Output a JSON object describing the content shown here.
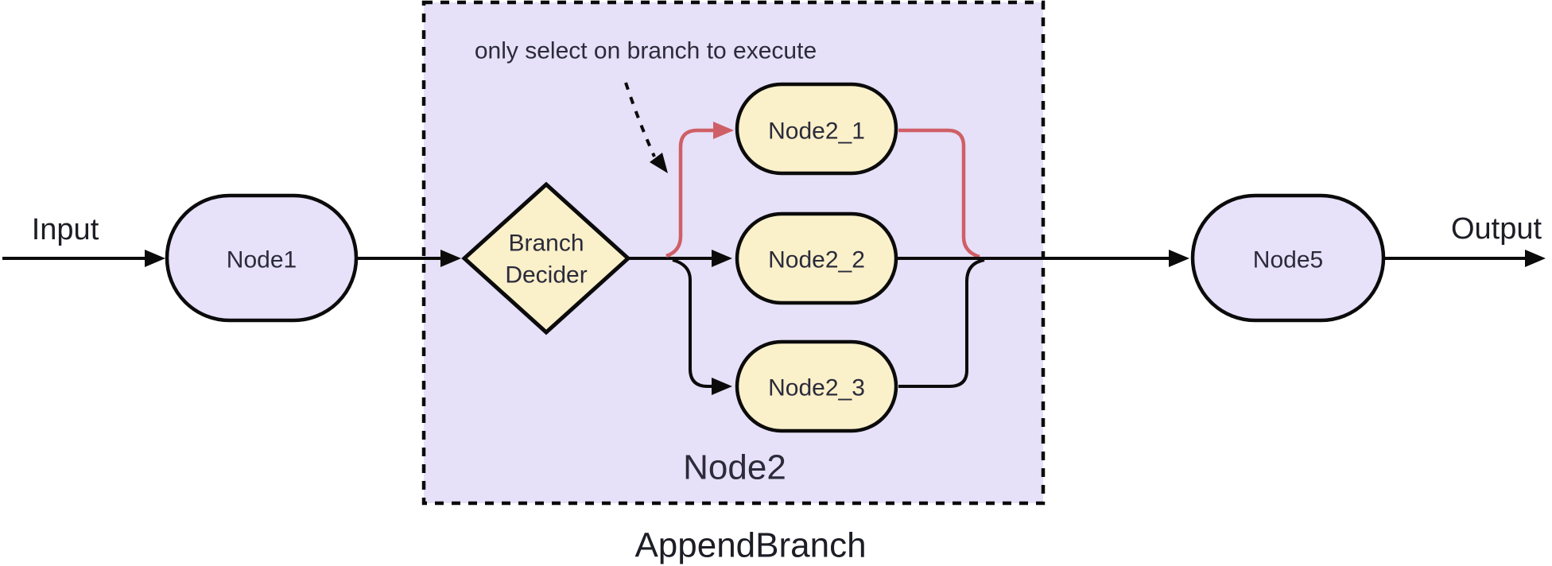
{
  "diagram": {
    "type": "flowchart",
    "outer_labels": {
      "input": "Input",
      "output": "Output",
      "caption": "AppendBranch"
    },
    "cluster": {
      "title": "Node2"
    },
    "annotation": "only select on branch to execute",
    "nodes": {
      "node1": "Node1",
      "branch_decider_line1": "Branch",
      "branch_decider_line2": "Decider",
      "node2_1": "Node2_1",
      "node2_2": "Node2_2",
      "node2_3": "Node2_3",
      "node5": "Node5"
    },
    "colors": {
      "background": "#ffffff",
      "cluster_fill": "#e6e0f8",
      "node_fill": "#e7e1fa",
      "decision_fill": "#faf0ca",
      "branch_node_fill": "#faf0ca",
      "line": "#0b0b0b",
      "highlight": "#cf5f66",
      "text": "#2b2b3a",
      "outer_text": "#1d1d26"
    }
  }
}
